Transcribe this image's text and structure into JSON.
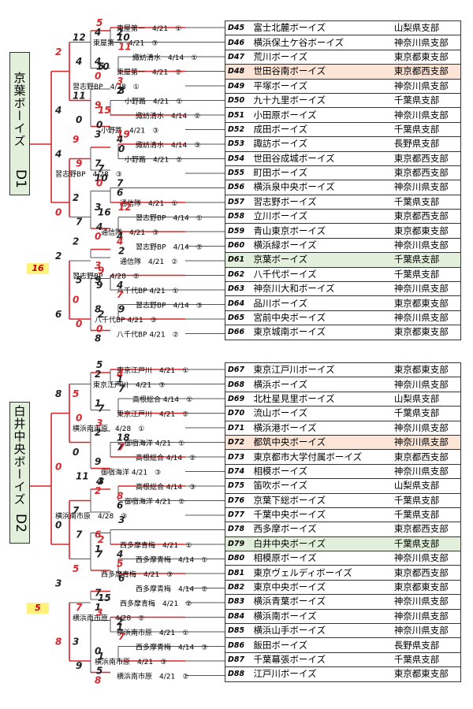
{
  "blocks": [
    {
      "code": "D1",
      "team": "京葉ボーイズ",
      "final_score": "16",
      "teams": [
        {
          "code": "D45",
          "name": "富士北麓ボーイズ",
          "branch": "山梨県支部"
        },
        {
          "code": "D46",
          "name": "横浜保土ケ谷ボーイズ",
          "branch": "神奈川県支部"
        },
        {
          "code": "D47",
          "name": "荒川ボーイズ",
          "branch": "東京都東支部"
        },
        {
          "code": "D48",
          "name": "世田谷南ボーイズ",
          "branch": "東京都西支部",
          "hl": "orange"
        },
        {
          "code": "D49",
          "name": "平塚ボーイズ",
          "branch": "神奈川県支部"
        },
        {
          "code": "D50",
          "name": "九十九里ボーイズ",
          "branch": "千葉県支部"
        },
        {
          "code": "D51",
          "name": "小田原ボーイズ",
          "branch": "神奈川県支部"
        },
        {
          "code": "D52",
          "name": "成田ボーイズ",
          "branch": "千葉県支部"
        },
        {
          "code": "D53",
          "name": "諏訪ボーイズ",
          "branch": "長野県支部"
        },
        {
          "code": "D54",
          "name": "世田谷成城ボーイズ",
          "branch": "東京都西支部"
        },
        {
          "code": "D55",
          "name": "町田ボーイズ",
          "branch": "東京都西支部"
        },
        {
          "code": "D56",
          "name": "横浜泉中央ボーイズ",
          "branch": "神奈川県支部"
        },
        {
          "code": "D57",
          "name": "習志野ボーイズ",
          "branch": "千葉県支部"
        },
        {
          "code": "D58",
          "name": "立川ボーイズ",
          "branch": "東京都西支部"
        },
        {
          "code": "D59",
          "name": "青山東京ボーイズ",
          "branch": "東京都東支部"
        },
        {
          "code": "D60",
          "name": "横浜緑ボーイズ",
          "branch": "神奈川県支部"
        },
        {
          "code": "D61",
          "name": "京葉ボーイズ",
          "branch": "千葉県支部",
          "hl": "green"
        },
        {
          "code": "D62",
          "name": "八千代ボーイズ",
          "branch": "千葉県支部"
        },
        {
          "code": "D63",
          "name": "神奈川大和ボーイズ",
          "branch": "神奈川県支部"
        },
        {
          "code": "D64",
          "name": "品川ボーイズ",
          "branch": "東京都東支部"
        },
        {
          "code": "D65",
          "name": "宮前中央ボーイズ",
          "branch": "神奈川県支部"
        },
        {
          "code": "D66",
          "name": "東京城南ボーイズ",
          "branch": "東京都東支部"
        }
      ],
      "labels": [
        {
          "text": "東屋第一　4/21　①"
        },
        {
          "text": "東屋第一　4/21　③"
        },
        {
          "text": "諏訪清水　4/14　①"
        },
        {
          "text": "東屋第一　4/21　②"
        },
        {
          "text": "習志野BP　4/28　①"
        },
        {
          "text": "小野路　4/21　①"
        },
        {
          "text": "諏訪清水　4/14　②"
        },
        {
          "text": "小野路　4/21　③"
        },
        {
          "text": "諏訪清水　4/14　③"
        },
        {
          "text": "小野路　4/21　②"
        },
        {
          "text": "習志野BP　4/28　③"
        },
        {
          "text": "通信隊　4/21　①"
        },
        {
          "text": "習志野BP　4/14　①"
        },
        {
          "text": "通信隊　4/21　③"
        },
        {
          "text": "習志野BP　4/14　②"
        },
        {
          "text": "通信隊　4/21　②"
        },
        {
          "text": "習志野BP　4/28　②"
        },
        {
          "text": "八千代BP 4/21　①"
        },
        {
          "text": "習志野BP　4/14　③"
        },
        {
          "text": "八千代BP 4/21　③"
        },
        {
          "text": "八千代BP 4/21　②"
        }
      ],
      "scores": [
        "4",
        "5",
        "2",
        "10",
        "11",
        "12",
        "4",
        "2",
        "4",
        "5",
        "0",
        "10",
        "2",
        "3",
        "8",
        "11",
        "9",
        "4",
        "0",
        "15",
        "3",
        "0",
        "19",
        "4",
        "0",
        "9",
        "7",
        "4",
        "9",
        "7",
        "10",
        "0",
        "6",
        "7",
        "12",
        "2",
        "3",
        "0",
        "7",
        "16",
        "0",
        "4",
        "4",
        "4",
        "2",
        "2",
        "3",
        "2",
        "5",
        "9",
        "9",
        "9",
        "7",
        "4",
        "9",
        "0",
        "8",
        "6",
        "0",
        "2",
        "8",
        "0"
      ]
    },
    {
      "code": "D2",
      "team": "白井中央ボーイズ",
      "final_score": "5",
      "teams": [
        {
          "code": "D67",
          "name": "東京江戸川ボーイズ",
          "branch": "東京都東支部"
        },
        {
          "code": "D68",
          "name": "横浜ボーイズ",
          "branch": "神奈川県支部"
        },
        {
          "code": "D69",
          "name": "北杜星見里ボーイズ",
          "branch": "山梨県支部"
        },
        {
          "code": "D70",
          "name": "流山ボーイズ",
          "branch": "千葉県支部"
        },
        {
          "code": "D71",
          "name": "横浜港ボーイズ",
          "branch": "神奈川県支部"
        },
        {
          "code": "D72",
          "name": "都筑中央ボーイズ",
          "branch": "神奈川県支部",
          "hl": "orange"
        },
        {
          "code": "D73",
          "name": "東京都市大学付属ボーイズ",
          "branch": "東京都西支部"
        },
        {
          "code": "D74",
          "name": "相模ボーイズ",
          "branch": "神奈川県支部"
        },
        {
          "code": "D75",
          "name": "笛吹ボーイズ",
          "branch": "山梨県支部"
        },
        {
          "code": "D76",
          "name": "京葉下総ボーイズ",
          "branch": "千葉県支部"
        },
        {
          "code": "D77",
          "name": "千葉中央ボーイズ",
          "branch": "千葉県支部"
        },
        {
          "code": "D78",
          "name": "西多摩ボーイズ",
          "branch": "東京都西支部"
        },
        {
          "code": "D79",
          "name": "白井中央ボーイズ",
          "branch": "千葉県支部",
          "hl": "green"
        },
        {
          "code": "D80",
          "name": "相模原ボーイズ",
          "branch": "神奈川県支部"
        },
        {
          "code": "D81",
          "name": "東京ヴェルディボーイズ",
          "branch": "東京都西支部"
        },
        {
          "code": "D82",
          "name": "東京中央ボーイズ",
          "branch": "東京都東支部"
        },
        {
          "code": "D83",
          "name": "横浜青葉ボーイズ",
          "branch": "神奈川県支部"
        },
        {
          "code": "D84",
          "name": "横浜南ボーイズ",
          "branch": "神奈川県支部"
        },
        {
          "code": "D85",
          "name": "横浜山手ボーイズ",
          "branch": "神奈川県支部"
        },
        {
          "code": "D86",
          "name": "飯田ボーイズ",
          "branch": "長野県支部"
        },
        {
          "code": "D87",
          "name": "千葉幕張ボーイズ",
          "branch": "千葉県支部"
        },
        {
          "code": "D88",
          "name": "江戸川ボーイズ",
          "branch": "東京都東支部"
        }
      ],
      "labels": [
        {
          "text": "東京江戸川　4/21　①"
        },
        {
          "text": "東京江戸川　4/21　③"
        },
        {
          "text": "高根総合 4/14　①"
        },
        {
          "text": "東京江戸川　4/21　②"
        },
        {
          "text": "横浜南市原　4/28　①"
        },
        {
          "text": "御宿海洋 4/21　①"
        },
        {
          "text": "高根総合 4/14　②"
        },
        {
          "text": "御宿海洋 4/21　③"
        },
        {
          "text": "高根総合 4/14　③"
        },
        {
          "text": "御宿海洋 4/21　②"
        },
        {
          "text": "横浜南市原　4/28　③"
        },
        {
          "text": "西多摩青梅　4/21　①"
        },
        {
          "text": "西多摩青梅　4/14　①"
        },
        {
          "text": "西多摩青梅　4/21　③"
        },
        {
          "text": "西多摩青梅　4/14　②"
        },
        {
          "text": "西多摩青梅　4/21　②"
        },
        {
          "text": "横浜南市原　4/28　②"
        },
        {
          "text": "横浜南市原　4/21　①"
        },
        {
          "text": "西多摩青梅　4/14　③"
        },
        {
          "text": "横浜南市原　4/21　③"
        },
        {
          "text": "横浜南市原　4/21　②"
        }
      ],
      "scores": [
        "2",
        "5",
        "4",
        "1",
        "7",
        "5",
        "1",
        "8",
        "0",
        "7",
        "2",
        "3",
        "7",
        "18",
        "7",
        "0",
        "9",
        "0",
        "11",
        "3",
        "2",
        "4",
        "6",
        "8",
        "3",
        "7",
        "6",
        "0",
        "7",
        "2",
        "1",
        "7",
        "5",
        "4",
        "6",
        "5",
        "7",
        "3",
        "7",
        "15",
        "1",
        "3",
        "2",
        "1",
        "7",
        "3",
        "0",
        "8",
        "9",
        "1",
        "8",
        "5"
      ]
    }
  ]
}
